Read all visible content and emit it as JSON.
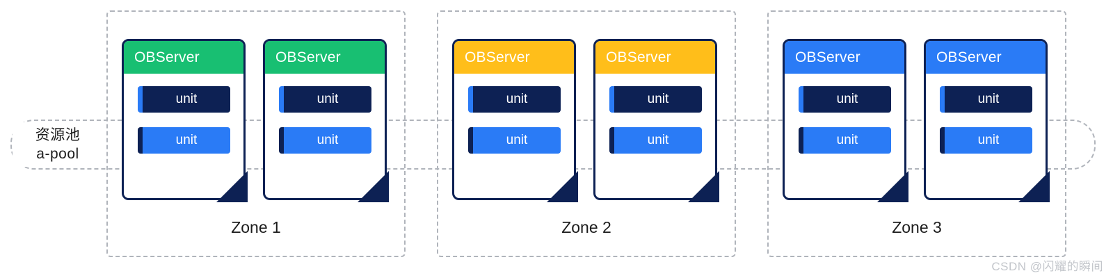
{
  "diagram": {
    "resource_pool": {
      "line1": "资源池",
      "line2": "a-pool"
    },
    "unit_label": "unit",
    "server_label": "OBServer",
    "colors": {
      "zone1_header": "#18bf72",
      "zone2_header": "#ffbe1a",
      "zone3_header": "#2a7bf6",
      "unit_dark": "#0d2154",
      "unit_blue": "#2a7bf6",
      "card_border": "#0d2154",
      "dashed_border": "#b0b4bb"
    },
    "zones": [
      {
        "label": "Zone 1",
        "header_color": "#18bf72",
        "servers": [
          {
            "title": "OBServer",
            "units": [
              {
                "label": "unit",
                "style": "dark"
              },
              {
                "label": "unit",
                "style": "blue"
              }
            ]
          },
          {
            "title": "OBServer",
            "units": [
              {
                "label": "unit",
                "style": "dark"
              },
              {
                "label": "unit",
                "style": "blue"
              }
            ]
          }
        ]
      },
      {
        "label": "Zone 2",
        "header_color": "#ffbe1a",
        "servers": [
          {
            "title": "OBServer",
            "units": [
              {
                "label": "unit",
                "style": "dark"
              },
              {
                "label": "unit",
                "style": "blue"
              }
            ]
          },
          {
            "title": "OBServer",
            "units": [
              {
                "label": "unit",
                "style": "dark"
              },
              {
                "label": "unit",
                "style": "blue"
              }
            ]
          }
        ]
      },
      {
        "label": "Zone 3",
        "header_color": "#2a7bf6",
        "servers": [
          {
            "title": "OBServer",
            "units": [
              {
                "label": "unit",
                "style": "dark"
              },
              {
                "label": "unit",
                "style": "blue"
              }
            ]
          },
          {
            "title": "OBServer",
            "units": [
              {
                "label": "unit",
                "style": "dark"
              },
              {
                "label": "unit",
                "style": "blue"
              }
            ]
          }
        ]
      }
    ]
  },
  "watermark": "CSDN @闪耀的瞬间"
}
